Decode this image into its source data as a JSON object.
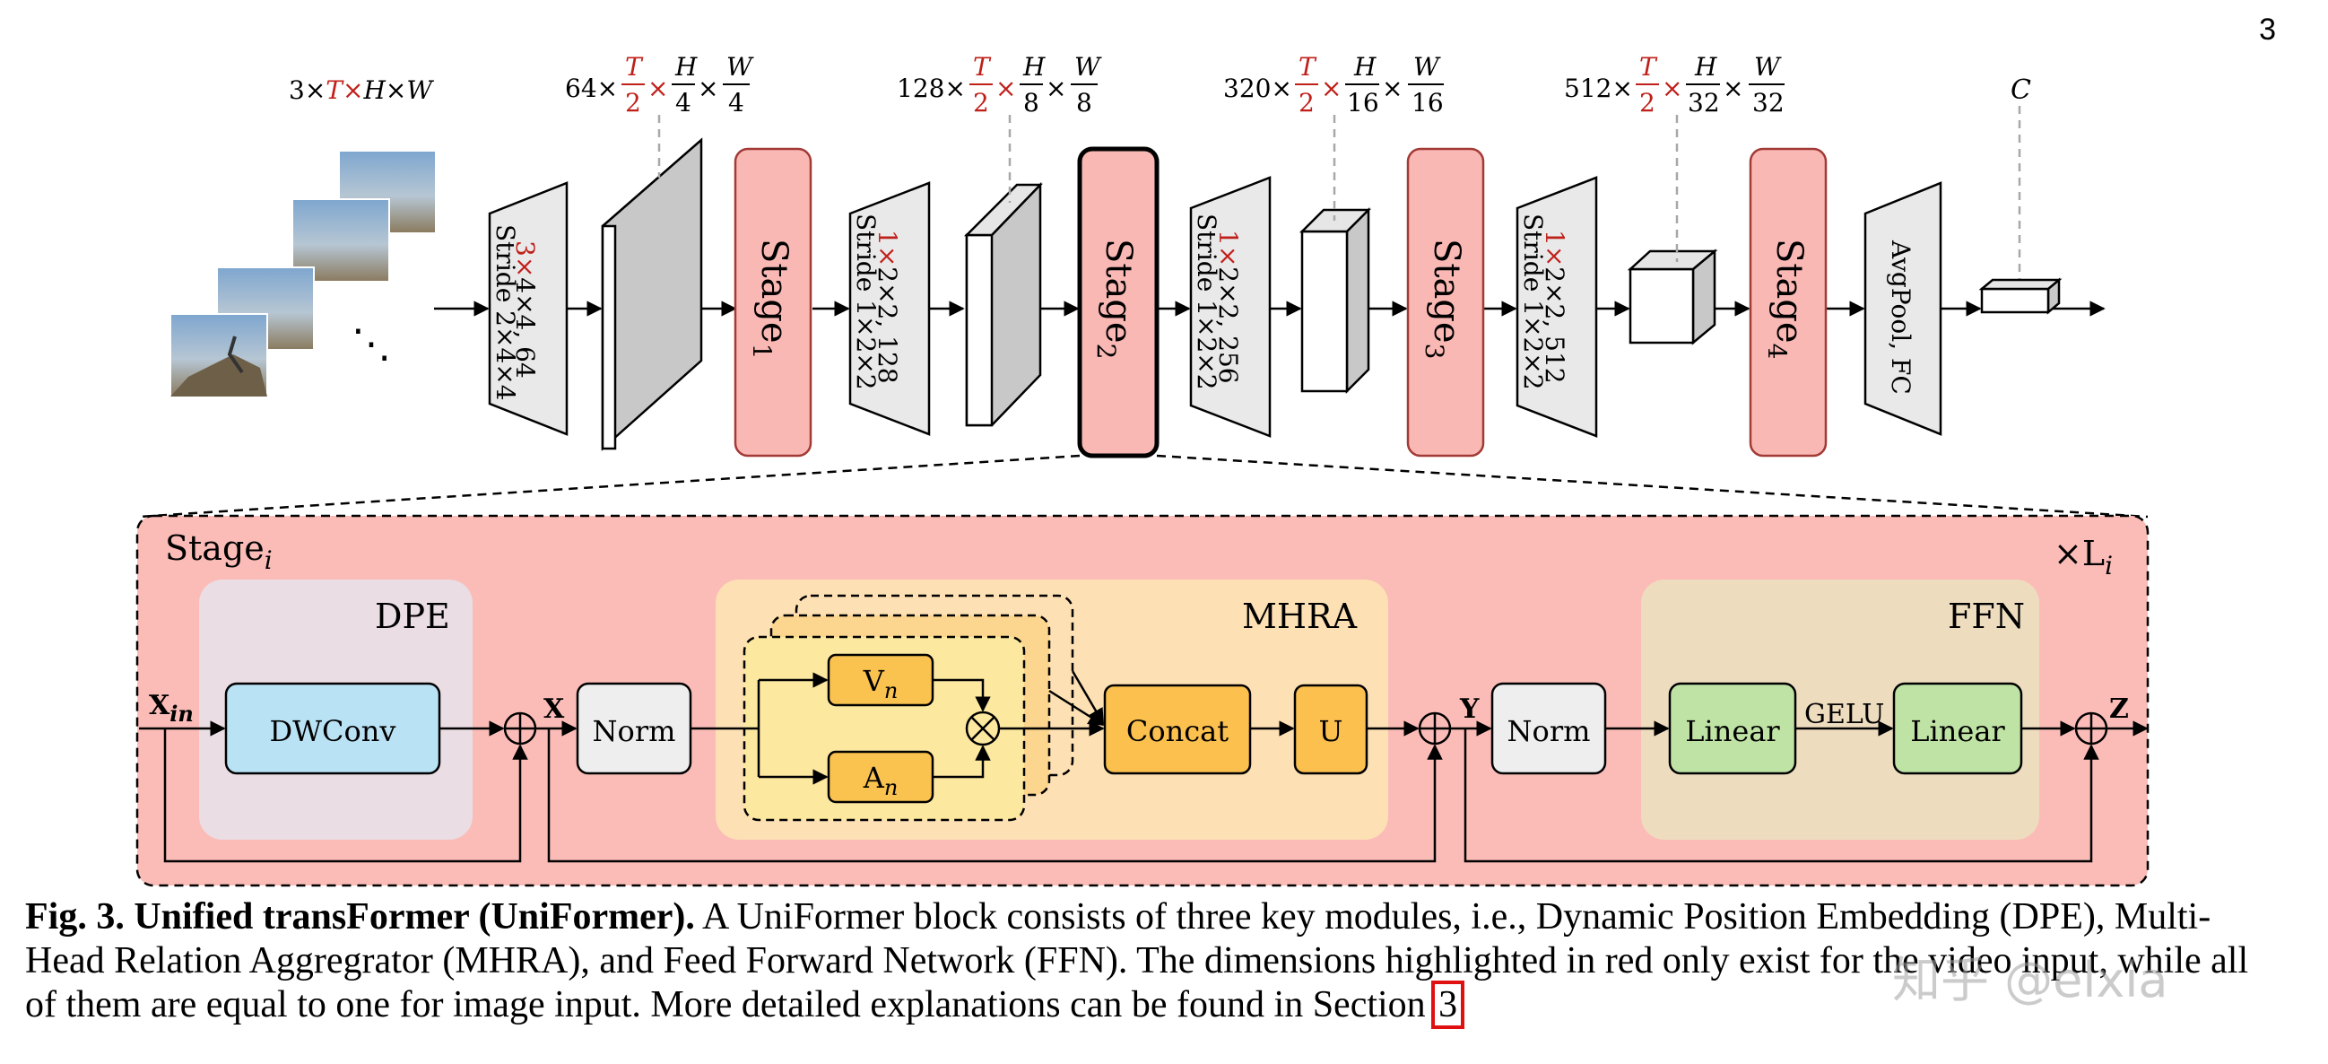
{
  "page_number": "3",
  "colors": {
    "red_dim": "#c0201a",
    "stage_fill": "#f9b8b4",
    "stage_stroke": "#a23a36",
    "block_bg": "#fbbcb7",
    "dpe_bg": "#eadde3",
    "mhra_bg": "#fde0b4",
    "ffn_bg": "#eedcbf",
    "dwconv": "#b9e2f5",
    "norm": "#eeeeee",
    "vn_an": "#fac24e",
    "concat": "#fcc04f",
    "linear": "#bfe3a5",
    "patch_fill": "#e9e9e9"
  },
  "top": {
    "input_dims": {
      "a": "3×",
      "t": "T",
      "b": "×",
      "c": "H×W"
    },
    "dims": [
      {
        "pre": "64×",
        "t": "T",
        "two": "2",
        "x1": "×",
        "h": "H",
        "hd": "4",
        "x2": "×",
        "w": "W",
        "wd": "4"
      },
      {
        "pre": "128×",
        "t": "T",
        "two": "2",
        "x1": "×",
        "h": "H",
        "hd": "8",
        "x2": "×",
        "w": "W",
        "wd": "8"
      },
      {
        "pre": "320×",
        "t": "T",
        "two": "2",
        "x1": "×",
        "h": "H",
        "hd": "16",
        "x2": "×",
        "w": "W",
        "wd": "16"
      },
      {
        "pre": "512×",
        "t": "T",
        "two": "2",
        "x1": "×",
        "h": "H",
        "hd": "32",
        "x2": "×",
        "w": "W",
        "wd": "32"
      }
    ],
    "c_label": "C",
    "ellipsis": "⋱",
    "patch_embeds": [
      {
        "red": "3×",
        "rest": "4×4, 64",
        "stride": "Stride 2×4×4"
      },
      {
        "red": "1×",
        "rest": "2×2, 128",
        "stride": "Stride 1×2×2"
      },
      {
        "red": "1×",
        "rest": "2×2, 256",
        "stride": "Stride 1×2×2"
      },
      {
        "red": "1×",
        "rest": "2×2, 512",
        "stride": "Stride 1×2×2"
      }
    ],
    "stages": [
      {
        "label": "Stage",
        "sub": "1"
      },
      {
        "label": "Stage",
        "sub": "2"
      },
      {
        "label": "Stage",
        "sub": "3"
      },
      {
        "label": "Stage",
        "sub": "4"
      }
    ],
    "avgpool": "AvgPool, FC"
  },
  "block": {
    "title": "Stage",
    "title_sub": "i",
    "repeat": "×L",
    "repeat_sub": "i",
    "dpe_title": "DPE",
    "mhra_title": "MHRA",
    "ffn_title": "FFN",
    "x_in": "X",
    "x_in_sub": "in",
    "x": "X",
    "y": "Y",
    "z": "Z",
    "dwconv": "DWConv",
    "norm": "Norm",
    "vn": "V",
    "vn_sub": "n",
    "an": "A",
    "an_sub": "n",
    "concat": "Concat",
    "u": "U",
    "linear1": "Linear",
    "gelu": "GELU",
    "linear2": "Linear"
  },
  "caption": {
    "bold": "Fig. 3. Unified transFormer (UniFormer).",
    "text": " A UniFormer block consists of three key modules, i.e., Dynamic Position Embedding (DPE), Multi-Head Relation Aggregrator (MHRA), and Feed Forward Network (FFN). The dimensions highlighted in red only exist for the video input, while all of them are equal to one for image input. More detailed explanations can be found in Section ",
    "ref": "3"
  },
  "watermark": "知乎 @elxia"
}
